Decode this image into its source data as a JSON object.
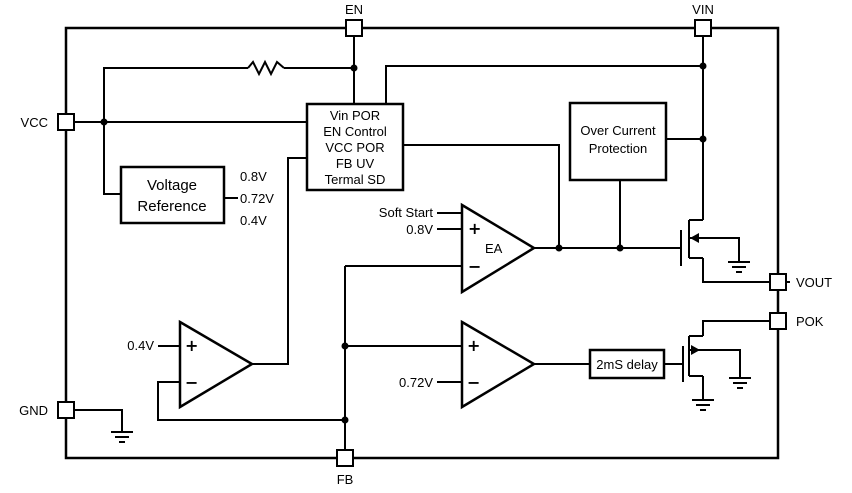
{
  "pins": {
    "en": "EN",
    "vin": "VIN",
    "vcc": "VCC",
    "gnd": "GND",
    "vout": "VOUT",
    "pok": "POK",
    "fb": "FB"
  },
  "blocks": {
    "por_lines": [
      "Vin POR",
      "EN Control",
      "VCC POR",
      "FB UV",
      "Termal SD"
    ],
    "ocp_lines": [
      "Over Current",
      "Protection"
    ],
    "vref_lines": [
      "Voltage",
      "Reference"
    ],
    "delay": "2mS delay"
  },
  "vref_outputs": [
    "0.8V",
    "0.72V",
    "0.4V"
  ],
  "ea": {
    "label": "EA",
    "soft_start": "Soft Start",
    "ref": "0.8V",
    "plus": "+",
    "minus": "−"
  },
  "uv_comp": {
    "ref": "0.4V",
    "plus": "+",
    "minus": "−"
  },
  "pok_comp": {
    "ref": "0.72V",
    "plus": "+",
    "minus": "−"
  }
}
